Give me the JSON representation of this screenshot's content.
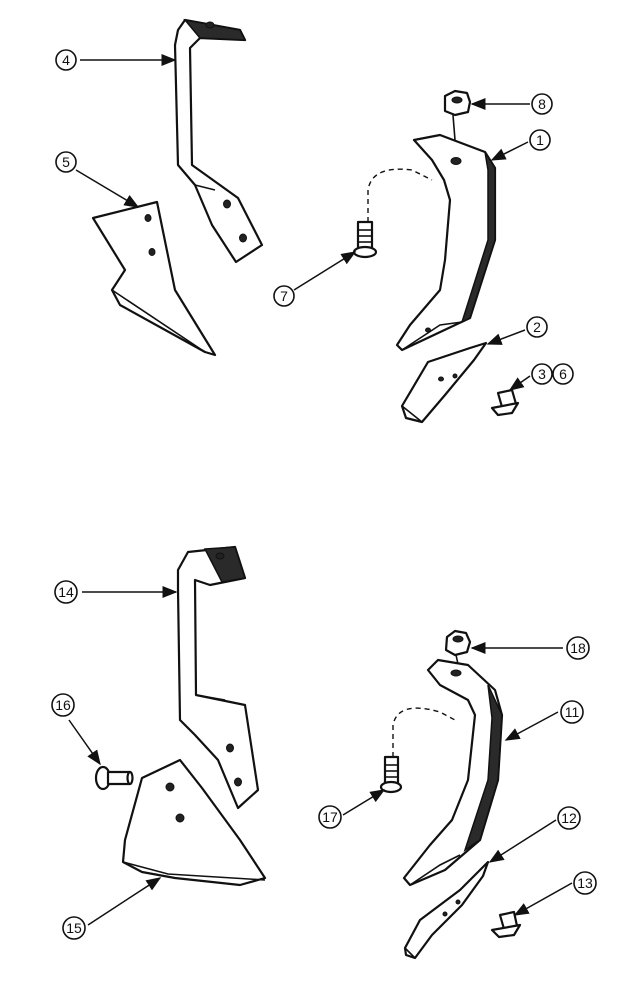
{
  "callouts": {
    "c1": "1",
    "c2": "2",
    "c3": "3",
    "c4": "4",
    "c5": "5",
    "c6": "6",
    "c7": "7",
    "c8": "8",
    "c11": "11",
    "c12": "12",
    "c13": "13",
    "c14": "14",
    "c15": "15",
    "c16": "16",
    "c17": "17",
    "c18": "18"
  },
  "colors": {
    "line": "#111111",
    "background": "#ffffff"
  }
}
